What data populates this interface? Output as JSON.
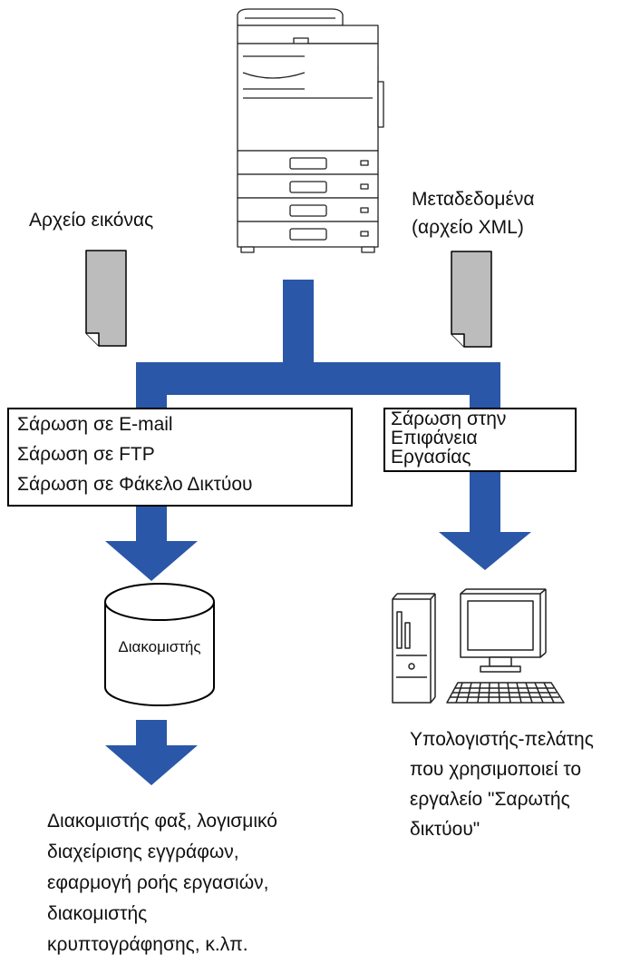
{
  "labels": {
    "image_file": "Αρχείο εικόνας",
    "metadata_line1": "Μεταδεδομένα",
    "metadata_line2": "(αρχείο XML)",
    "server": "Διακομιστής",
    "client_line1": "Υπολογιστής-πελάτης",
    "client_line2": "που χρησιμοποιεί το",
    "client_line3": "εργαλείο \"Σαρωτής",
    "client_line4": "δικτύου\"",
    "dest_line1": "Διακομιστής φαξ, λογισμικό",
    "dest_line2": "διαχείρισης εγγράφων,",
    "dest_line3": "εφαρμογή ροής εργασιών,",
    "dest_line4": "διακομιστής",
    "dest_line5": "κρυπτογράφησης, κ.λπ."
  },
  "left_box": {
    "items": [
      "Σάρωση σε E-mail",
      "Σάρωση σε FTP",
      "Σάρωση σε Φάκελο Δικτύου"
    ]
  },
  "right_box": {
    "items": [
      "Σάρωση στην",
      "Επιφάνεια",
      "Εργασίας"
    ]
  },
  "colors": {
    "flow": "#2a57a8",
    "document": "#bcbcbc",
    "outline": "#000000"
  },
  "icons": {
    "device": "mfp-printer-icon",
    "document": "document-icon",
    "server": "server-cylinder-icon",
    "computer": "desktop-computer-icon"
  }
}
